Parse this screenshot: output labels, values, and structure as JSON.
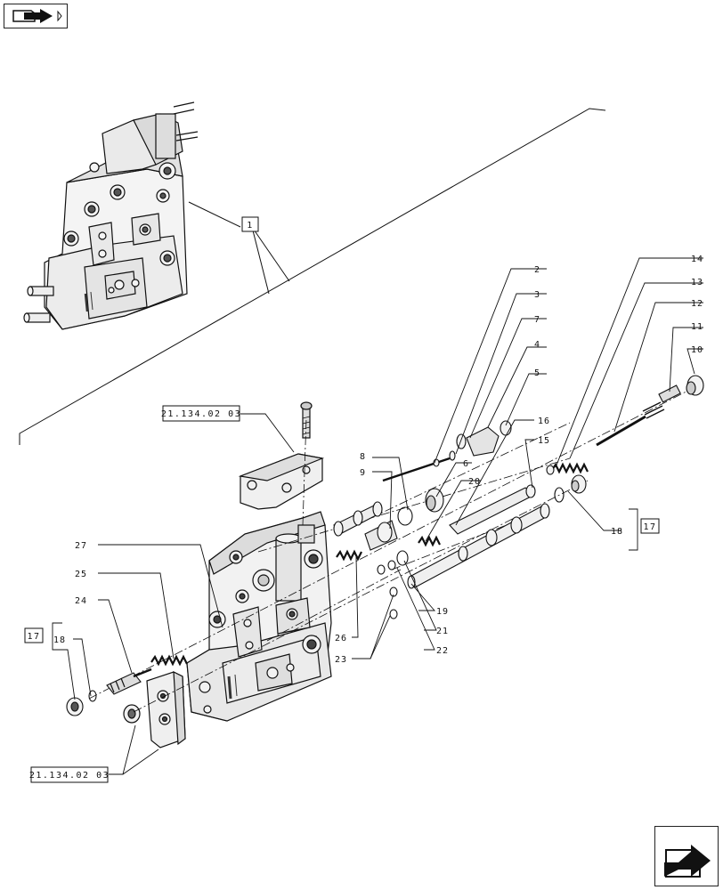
{
  "navigation": {
    "prev_icon": "arrow-left-folder-icon",
    "next_icon": "arrow-right-folder-icon"
  },
  "callouts": [
    {
      "id": "c1",
      "text": "1",
      "boxed": true
    },
    {
      "id": "c2",
      "text": "2"
    },
    {
      "id": "c3",
      "text": "3"
    },
    {
      "id": "c4",
      "text": "4"
    },
    {
      "id": "c5",
      "text": "5"
    },
    {
      "id": "c6",
      "text": "6"
    },
    {
      "id": "c7",
      "text": "7"
    },
    {
      "id": "c8",
      "text": "8"
    },
    {
      "id": "c9",
      "text": "9"
    },
    {
      "id": "c10",
      "text": "10"
    },
    {
      "id": "c11",
      "text": "11"
    },
    {
      "id": "c12",
      "text": "12"
    },
    {
      "id": "c13",
      "text": "13"
    },
    {
      "id": "c14",
      "text": "14"
    },
    {
      "id": "c15",
      "text": "15"
    },
    {
      "id": "c16",
      "text": "16"
    },
    {
      "id": "c17a",
      "text": "17",
      "boxed": true
    },
    {
      "id": "c17b",
      "text": "17",
      "boxed": true
    },
    {
      "id": "c18a",
      "text": "18"
    },
    {
      "id": "c18b",
      "text": "18"
    },
    {
      "id": "c19",
      "text": "19"
    },
    {
      "id": "c20",
      "text": "20"
    },
    {
      "id": "c21",
      "text": "21"
    },
    {
      "id": "c22",
      "text": "22"
    },
    {
      "id": "c23",
      "text": "23"
    },
    {
      "id": "c24",
      "text": "24"
    },
    {
      "id": "c25",
      "text": "25"
    },
    {
      "id": "c26",
      "text": "26"
    },
    {
      "id": "c27",
      "text": "27"
    }
  ],
  "references": [
    {
      "id": "r1",
      "text": "21.134.02 03",
      "boxed": true
    },
    {
      "id": "r2",
      "text": "21.134.02 03",
      "boxed": true
    }
  ],
  "colors": {
    "line": "#111111",
    "fill_light": "#f4f4f4",
    "fill_mid": "#cfcfcf",
    "fill_dark": "#555555"
  }
}
